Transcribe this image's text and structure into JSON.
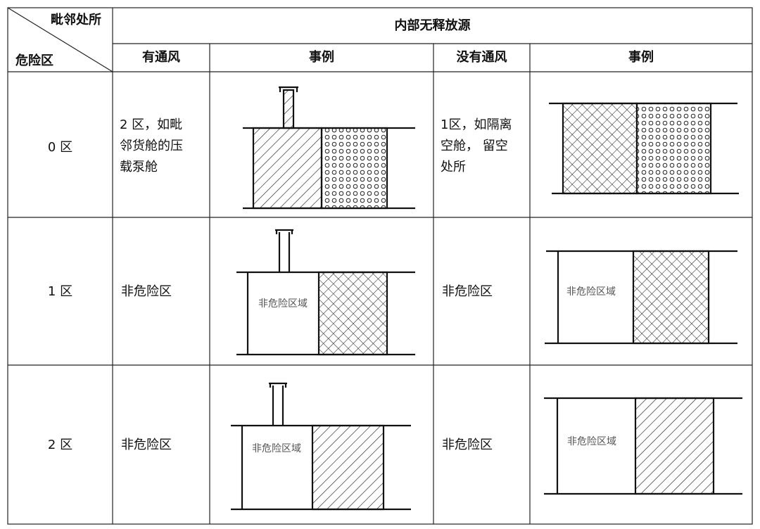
{
  "header": {
    "corner_top": "毗邻处所",
    "corner_bottom": "危险区",
    "group_title": "内部无释放源",
    "col_ventilated": "有通风",
    "col_example_1": "事例",
    "col_not_ventilated": "没有通风",
    "col_example_2": "事例"
  },
  "rows": [
    {
      "zone": "0 区",
      "ventilated": "2 区，如毗\n邻货舱的压\n载泵舱",
      "not_ventilated": "1区，如隔离\n空舱， 留空\n处所"
    },
    {
      "zone": "1 区",
      "ventilated": "非危险区",
      "not_ventilated": "非危险区"
    },
    {
      "zone": "2 区",
      "ventilated": "非危险区",
      "not_ventilated": "非危险区"
    }
  ],
  "diagram_labels": {
    "non_hazardous_area": "非危险区域"
  }
}
